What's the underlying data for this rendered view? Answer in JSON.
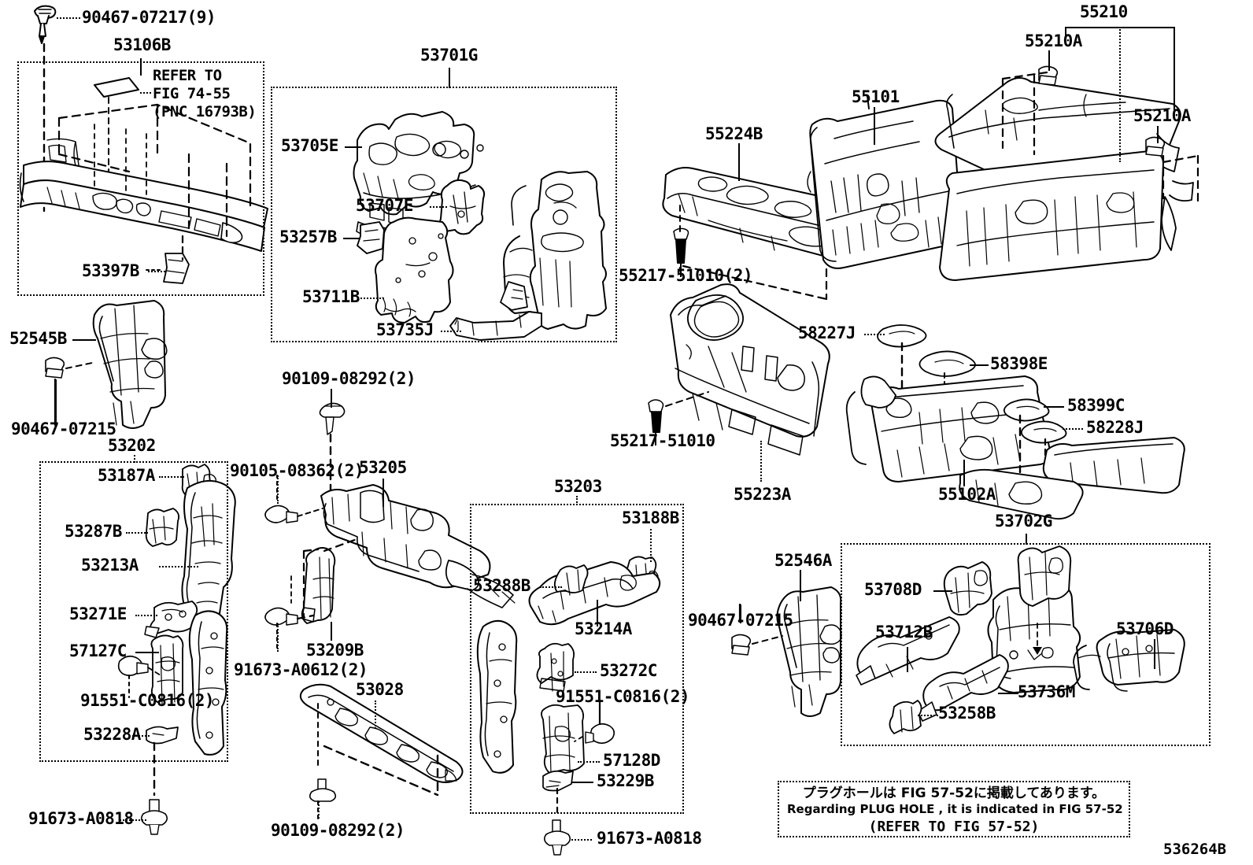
{
  "figure": {
    "number": "536264B",
    "title_note_jp": "プラグホールは FIG 57-52に掲載してあります。",
    "title_note_en": "Regarding  PLUG  HOLE , it is indicated in FIG  57-52",
    "title_note_ref": "(REFER TO FIG 57-52)"
  },
  "callouts": {
    "c90467_07217_9": "90467-07217(9)",
    "c53106B": "53106B",
    "refer_fig_l1": "REFER TO",
    "refer_fig_l2": "FIG 74-55",
    "refer_fig_l3": "(PNC 16793B)",
    "c53397B": "53397B",
    "c53701G": "53701G",
    "c53705E": "53705E",
    "c53707E": "53707E",
    "c53257B": "53257B",
    "c53711B": "53711B",
    "c53735J": "53735J",
    "c55224B": "55224B",
    "c55217_51010_2": "55217-51010(2)",
    "c55101": "55101",
    "c55210": "55210",
    "c55210A_top": "55210A",
    "c55210A_right": "55210A",
    "c58227J": "58227J",
    "c58398E": "58398E",
    "c58399C": "58399C",
    "c58228J": "58228J",
    "c55217_51010": "55217-51010",
    "c55223A": "55223A",
    "c55102A": "55102A",
    "c52545B": "52545B",
    "c90467_07215_left": "90467-07215",
    "c53202": "53202",
    "c53187A": "53187A",
    "c53287B": "53287B",
    "c53213A": "53213A",
    "c53271E": "53271E",
    "c57127C": "57127C",
    "c91551_C0816_2_left": "91551-C0816(2)",
    "c53228A": "53228A",
    "c91673_A0818_left": "91673-A0818",
    "c90109_08292_2_top": "90109-08292(2)",
    "c90105_08362_2": "90105-08362(2)",
    "c53205": "53205",
    "c53209B": "53209B",
    "c91673_A0612_2": "91673-A0612(2)",
    "c53028": "53028",
    "c90109_08292_2_bottom": "90109-08292(2)",
    "c53203": "53203",
    "c53188B": "53188B",
    "c53288B": "53288B",
    "c53214A": "53214A",
    "c53272C": "53272C",
    "c91551_C0816_2_right": "91551-C0816(2)",
    "c57128D": "57128D",
    "c53229B": "53229B",
    "c91673_A0818_right": "91673-A0818",
    "c52546A": "52546A",
    "c90467_07215_right": "90467-07215",
    "c53702G": "53702G",
    "c53708D": "53708D",
    "c53712B": "53712B",
    "c53736M": "53736M",
    "c53258B": "53258B",
    "c53706D": "53706D"
  },
  "groups": [
    {
      "id": "53106B",
      "label": "53106B"
    },
    {
      "id": "53701G",
      "label": "53701G"
    },
    {
      "id": "53202",
      "label": "53202"
    },
    {
      "id": "53203",
      "label": "53203"
    },
    {
      "id": "53702G",
      "label": "53702G"
    }
  ],
  "colors": {
    "line": "#000000",
    "background": "#ffffff"
  }
}
